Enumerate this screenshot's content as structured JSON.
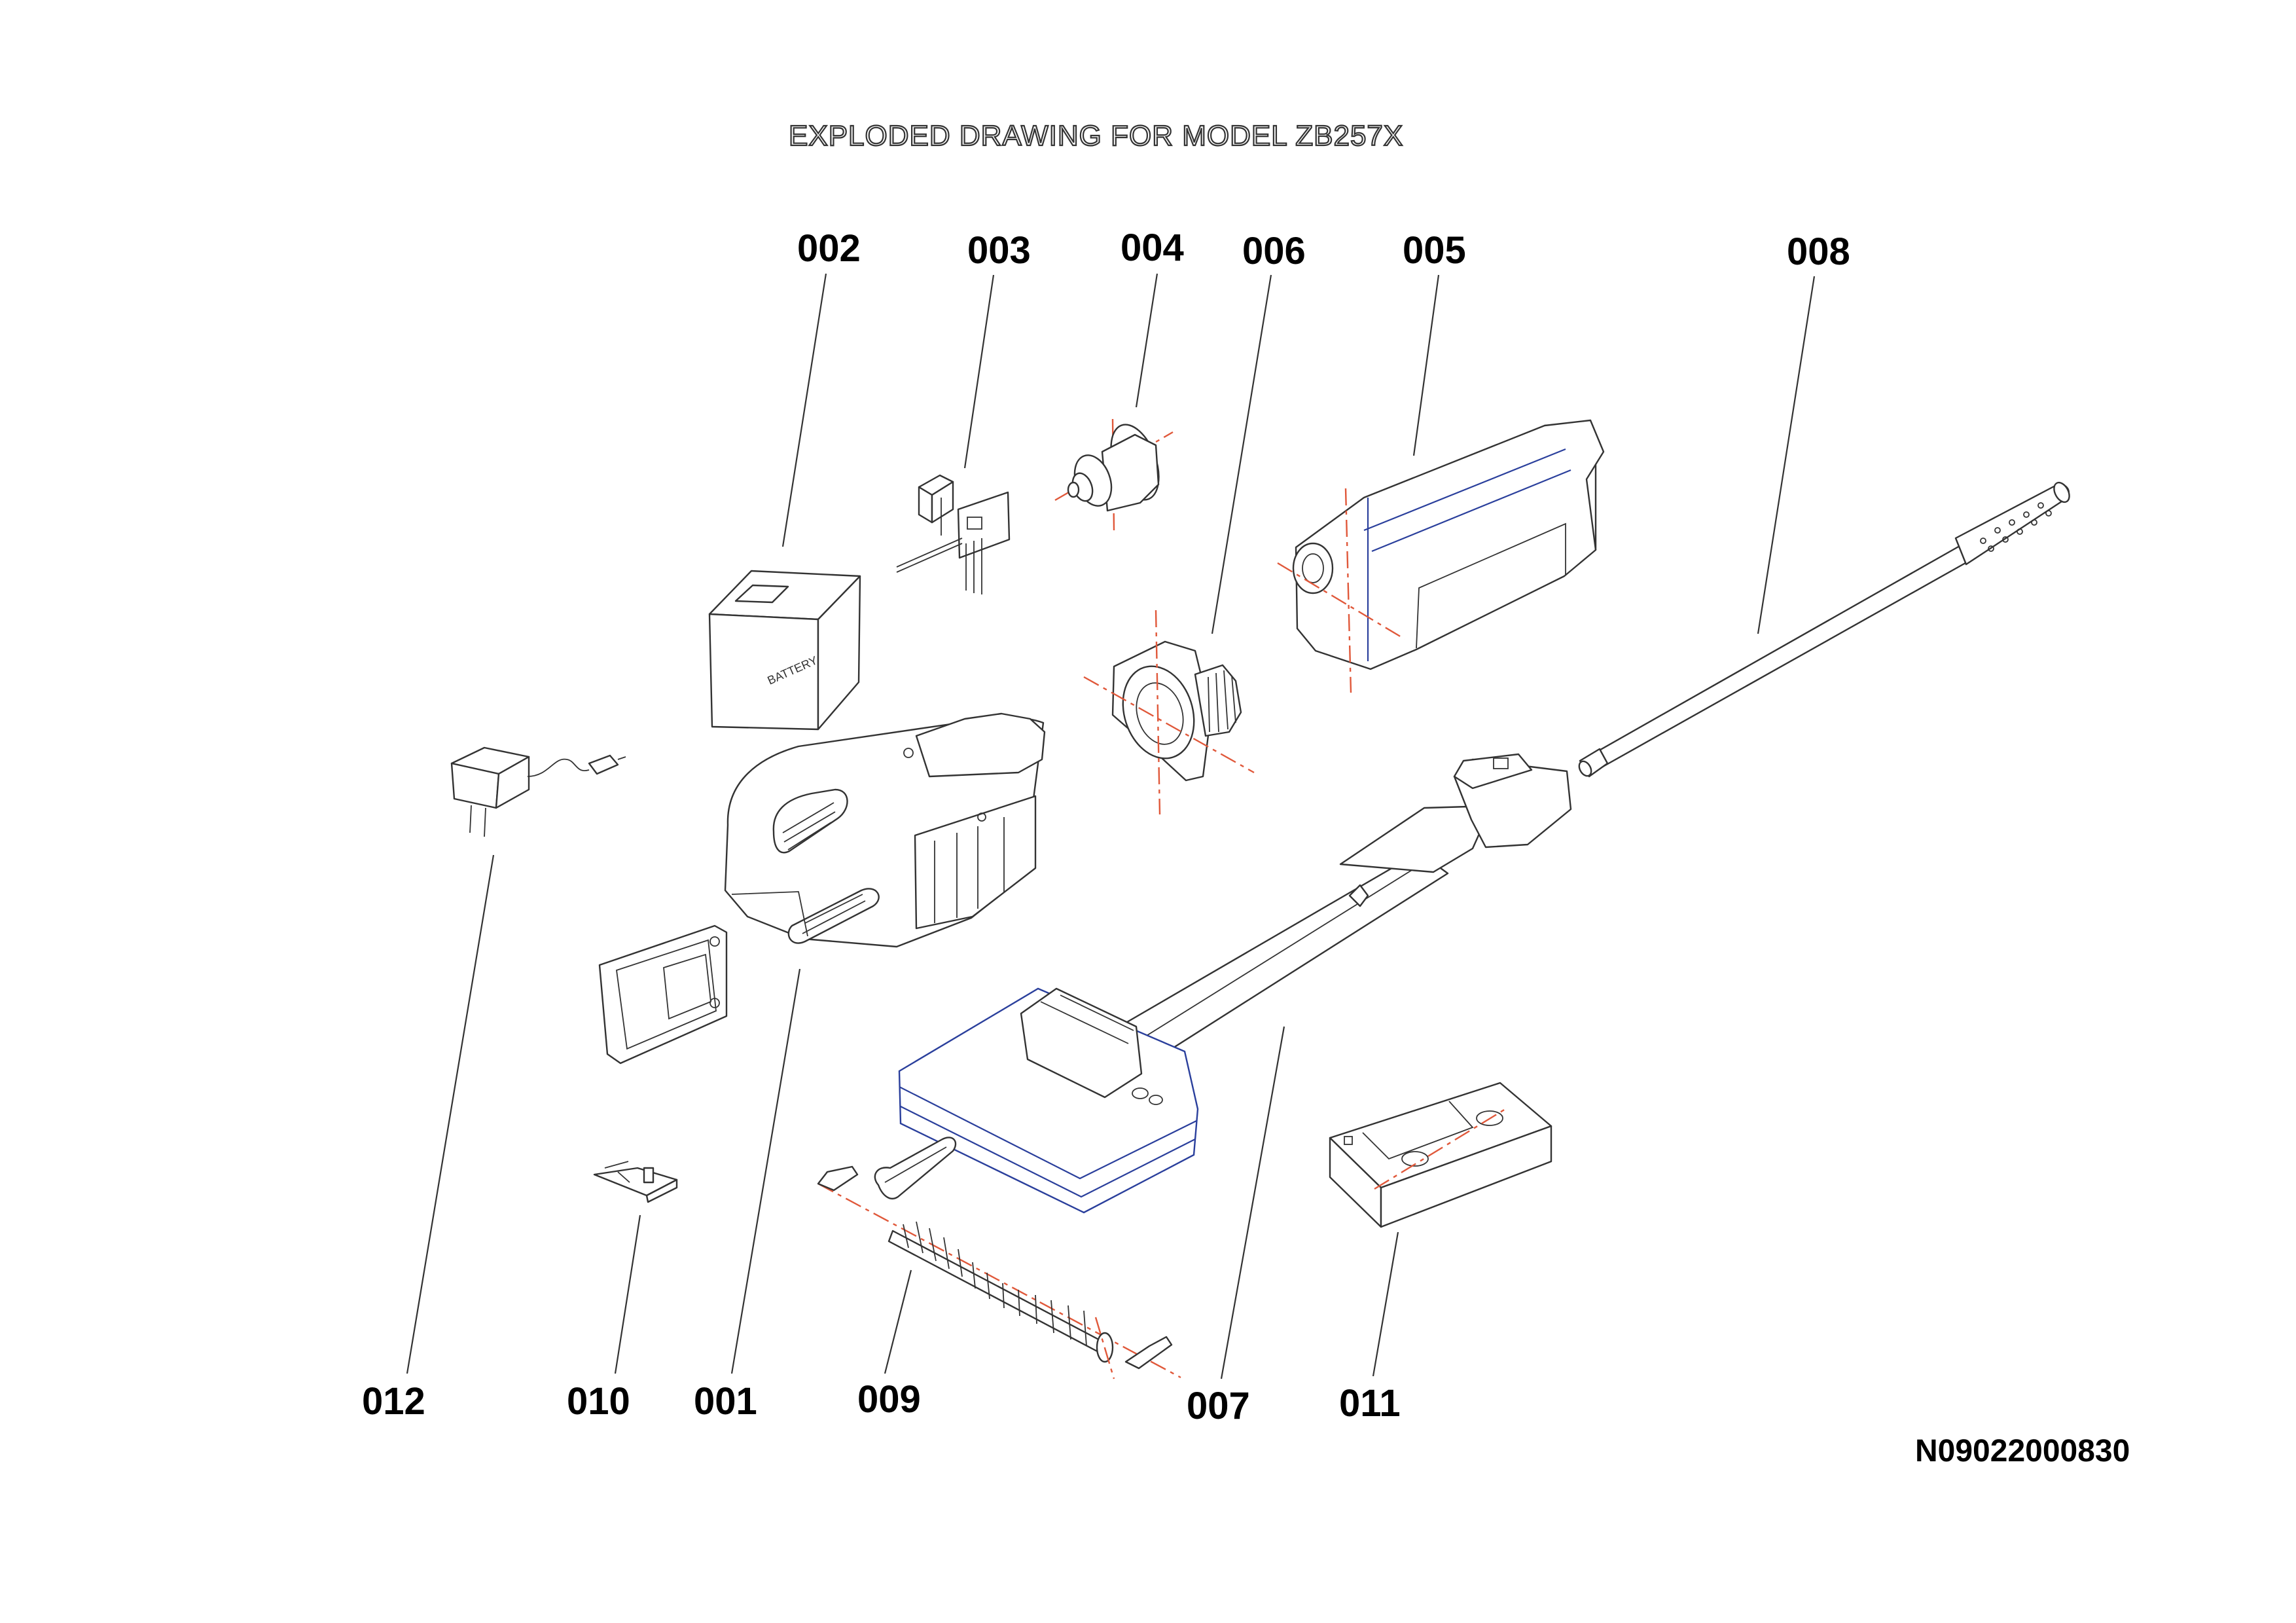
{
  "drawing": {
    "title": "EXPLODED DRAWING FOR MODEL ZB257X",
    "code": "N09022000830",
    "battery_label": "BATTERY"
  },
  "callouts": {
    "c001": "001",
    "c002": "002",
    "c003": "003",
    "c004": "004",
    "c005": "005",
    "c006": "006",
    "c007": "007",
    "c008": "008",
    "c009": "009",
    "c010": "010",
    "c011": "011",
    "c012": "012"
  },
  "colors": {
    "line": "#333333",
    "axis": "#e0583a",
    "detail": "#2a3f9c"
  }
}
